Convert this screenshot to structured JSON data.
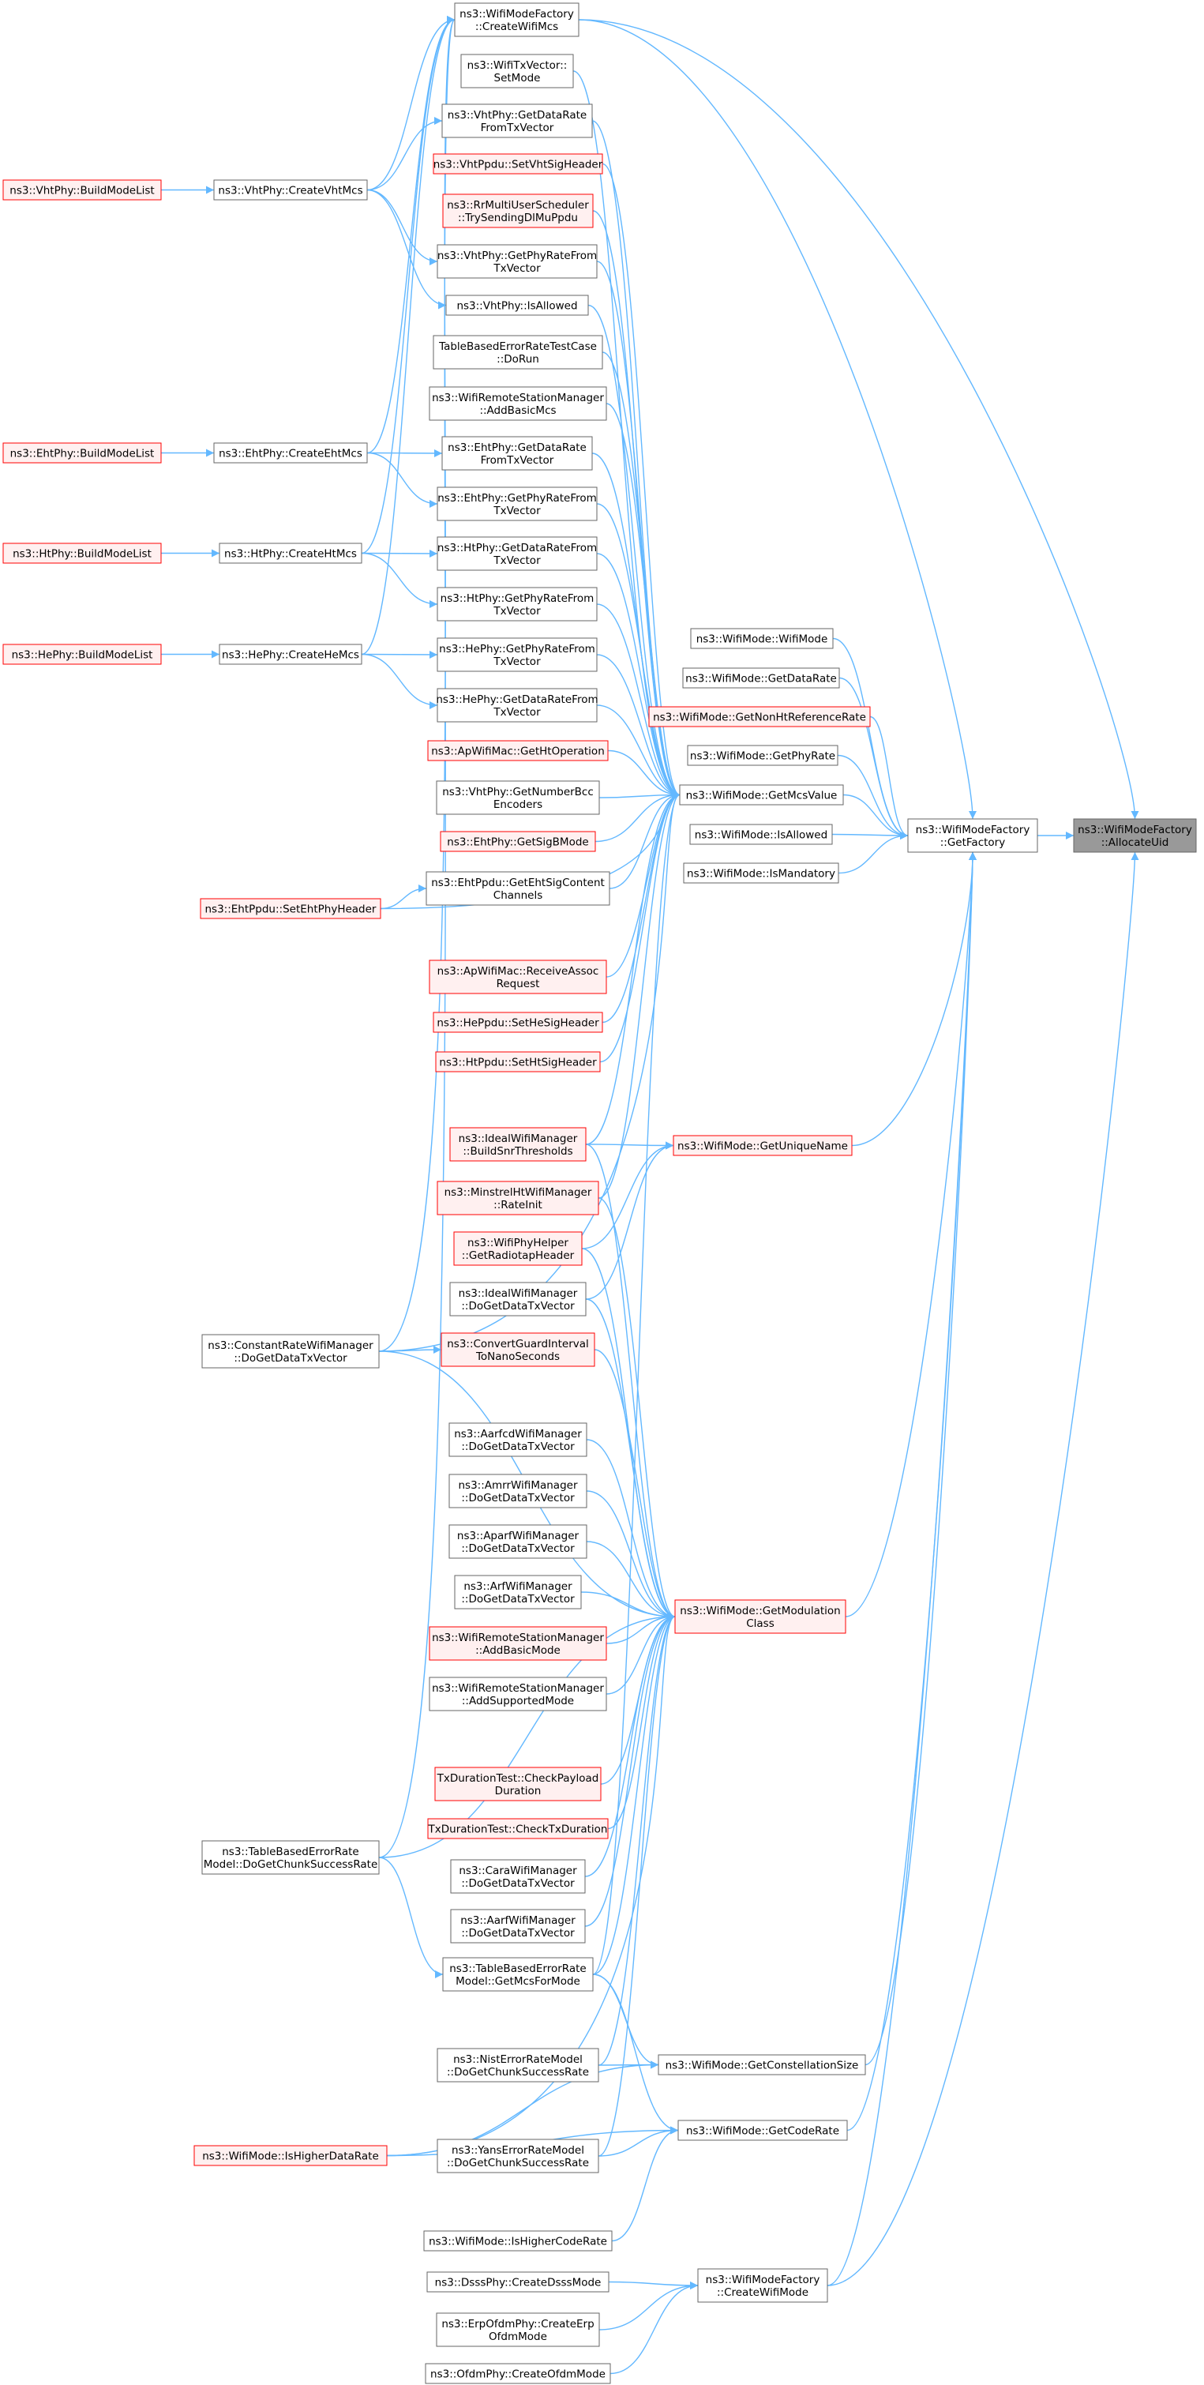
{
  "colors": {
    "edge": "#63b8ff",
    "box_border": "#666666",
    "box_fill": "#ffffff",
    "highlight_border": "#ff0000",
    "highlight_fill": "#fff0f0",
    "root_border": "#666666",
    "root_fill": "#999999"
  },
  "nodes": [
    {
      "id": "allocateuid",
      "lines": [
        "ns3::WifiModeFactory",
        "::AllocateUid"
      ],
      "style": "root"
    },
    {
      "id": "getfactory",
      "lines": [
        "ns3::WifiModeFactory",
        "::GetFactory"
      ],
      "style": "normal"
    },
    {
      "id": "createwifimcs",
      "lines": [
        "ns3::WifiModeFactory",
        "::CreateWifiMcs"
      ],
      "style": "normal"
    },
    {
      "id": "createwifimode",
      "lines": [
        "ns3::WifiModeFactory",
        "::CreateWifiMode"
      ],
      "style": "normal"
    },
    {
      "id": "wifimode_ctor",
      "lines": [
        "ns3::WifiMode::WifiMode"
      ],
      "style": "normal"
    },
    {
      "id": "getdatarate",
      "lines": [
        "ns3::WifiMode::GetDataRate"
      ],
      "style": "normal"
    },
    {
      "id": "getnonht",
      "lines": [
        "ns3::WifiMode::GetNonHtReferenceRate"
      ],
      "style": "highlight"
    },
    {
      "id": "getphyrate",
      "lines": [
        "ns3::WifiMode::GetPhyRate"
      ],
      "style": "normal"
    },
    {
      "id": "getmcsvalue",
      "lines": [
        "ns3::WifiMode::GetMcsValue"
      ],
      "style": "normal"
    },
    {
      "id": "isallowed",
      "lines": [
        "ns3::WifiMode::IsAllowed"
      ],
      "style": "normal"
    },
    {
      "id": "ismandatory",
      "lines": [
        "ns3::WifiMode::IsMandatory"
      ],
      "style": "normal"
    },
    {
      "id": "getuniquename",
      "lines": [
        "ns3::WifiMode::GetUniqueName"
      ],
      "style": "highlight"
    },
    {
      "id": "getmodclass",
      "lines": [
        "ns3::WifiMode::GetModulation",
        "Class"
      ],
      "style": "highlight"
    },
    {
      "id": "getconst",
      "lines": [
        "ns3::WifiMode::GetConstellationSize"
      ],
      "style": "normal"
    },
    {
      "id": "getcoderate",
      "lines": [
        "ns3::WifiMode::GetCodeRate"
      ],
      "style": "normal"
    },
    {
      "id": "txvecsetmode",
      "lines": [
        "ns3::WifiTxVector::",
        "SetMode"
      ],
      "style": "normal"
    },
    {
      "id": "vhtgetdatarate",
      "lines": [
        "ns3::VhtPhy::GetDataRate",
        "FromTxVector"
      ],
      "style": "normal"
    },
    {
      "id": "vhtppdusetsig",
      "lines": [
        "ns3::VhtPpdu::SetVhtSigHeader"
      ],
      "style": "highlight"
    },
    {
      "id": "rrmu",
      "lines": [
        "ns3::RrMultiUserScheduler",
        "::TrySendingDlMuPpdu"
      ],
      "style": "highlight"
    },
    {
      "id": "vhtgetphyrate",
      "lines": [
        "ns3::VhtPhy::GetPhyRateFrom",
        "TxVector"
      ],
      "style": "normal"
    },
    {
      "id": "vhtisallowed",
      "lines": [
        "ns3::VhtPhy::IsAllowed"
      ],
      "style": "normal"
    },
    {
      "id": "tablebasedtest",
      "lines": [
        "TableBasedErrorRateTestCase",
        "::DoRun"
      ],
      "style": "normal"
    },
    {
      "id": "rsmaddbasicmcs",
      "lines": [
        "ns3::WifiRemoteStationManager",
        "::AddBasicMcs"
      ],
      "style": "normal"
    },
    {
      "id": "ehtgetdatarate",
      "lines": [
        "ns3::EhtPhy::GetDataRate",
        "FromTxVector"
      ],
      "style": "normal"
    },
    {
      "id": "ehtgetphyrate",
      "lines": [
        "ns3::EhtPhy::GetPhyRateFrom",
        "TxVector"
      ],
      "style": "normal"
    },
    {
      "id": "htgetdatarate",
      "lines": [
        "ns3::HtPhy::GetDataRateFrom",
        "TxVector"
      ],
      "style": "normal"
    },
    {
      "id": "htgetphyrate",
      "lines": [
        "ns3::HtPhy::GetPhyRateFrom",
        "TxVector"
      ],
      "style": "normal"
    },
    {
      "id": "hegetphyrate",
      "lines": [
        "ns3::HePhy::GetPhyRateFrom",
        "TxVector"
      ],
      "style": "normal"
    },
    {
      "id": "hegetdatarate",
      "lines": [
        "ns3::HePhy::GetDataRateFrom",
        "TxVector"
      ],
      "style": "normal"
    },
    {
      "id": "apgethtop",
      "lines": [
        "ns3::ApWifiMac::GetHtOperation"
      ],
      "style": "highlight"
    },
    {
      "id": "vhtnumbcc",
      "lines": [
        "ns3::VhtPhy::GetNumberBcc",
        "Encoders"
      ],
      "style": "normal"
    },
    {
      "id": "ehtgetsigb",
      "lines": [
        "ns3::EhtPhy::GetSigBMode"
      ],
      "style": "highlight"
    },
    {
      "id": "ehtppdugetsig",
      "lines": [
        "ns3::EhtPpdu::GetEhtSigContent",
        "Channels"
      ],
      "style": "normal"
    },
    {
      "id": "apreceiveassoc",
      "lines": [
        "ns3::ApWifiMac::ReceiveAssoc",
        "Request"
      ],
      "style": "highlight"
    },
    {
      "id": "heppdusetsig",
      "lines": [
        "ns3::HePpdu::SetHeSigHeader"
      ],
      "style": "highlight"
    },
    {
      "id": "htppdusetsig",
      "lines": [
        "ns3::HtPpdu::SetHtSigHeader"
      ],
      "style": "highlight"
    },
    {
      "id": "idealbuildsnr",
      "lines": [
        "ns3::IdealWifiManager",
        "::BuildSnrThresholds"
      ],
      "style": "highlight"
    },
    {
      "id": "minstrelrateinit",
      "lines": [
        "ns3::MinstrelHtWifiManager",
        "::RateInit"
      ],
      "style": "highlight"
    },
    {
      "id": "radiotap",
      "lines": [
        "ns3::WifiPhyHelper",
        "::GetRadiotapHeader"
      ],
      "style": "highlight"
    },
    {
      "id": "idealdogetdata",
      "lines": [
        "ns3::IdealWifiManager",
        "::DoGetDataTxVector"
      ],
      "style": "normal"
    },
    {
      "id": "convertgi",
      "lines": [
        "ns3::ConvertGuardInterval",
        "ToNanoSeconds"
      ],
      "style": "highlight"
    },
    {
      "id": "aarfcd",
      "lines": [
        "ns3::AarfcdWifiManager",
        "::DoGetDataTxVector"
      ],
      "style": "normal"
    },
    {
      "id": "amrr",
      "lines": [
        "ns3::AmrrWifiManager",
        "::DoGetDataTxVector"
      ],
      "style": "normal"
    },
    {
      "id": "aparf",
      "lines": [
        "ns3::AparfWifiManager",
        "::DoGetDataTxVector"
      ],
      "style": "normal"
    },
    {
      "id": "arf",
      "lines": [
        "ns3::ArfWifiManager",
        "::DoGetDataTxVector"
      ],
      "style": "normal"
    },
    {
      "id": "rsmaddbasicmode",
      "lines": [
        "ns3::WifiRemoteStationManager",
        "::AddBasicMode"
      ],
      "style": "highlight"
    },
    {
      "id": "rsmaddsupported",
      "lines": [
        "ns3::WifiRemoteStationManager",
        "::AddSupportedMode"
      ],
      "style": "normal"
    },
    {
      "id": "txcheckpayload",
      "lines": [
        "TxDurationTest::CheckPayload",
        "Duration"
      ],
      "style": "highlight"
    },
    {
      "id": "txchecktx",
      "lines": [
        "TxDurationTest::CheckTxDuration"
      ],
      "style": "highlight"
    },
    {
      "id": "cara",
      "lines": [
        "ns3::CaraWifiManager",
        "::DoGetDataTxVector"
      ],
      "style": "normal"
    },
    {
      "id": "aarf",
      "lines": [
        "ns3::AarfWifiManager",
        "::DoGetDataTxVector"
      ],
      "style": "normal"
    },
    {
      "id": "tablegetmcs",
      "lines": [
        "ns3::TableBasedErrorRate",
        "Model::GetMcsForMode"
      ],
      "style": "normal"
    },
    {
      "id": "nist",
      "lines": [
        "ns3::NistErrorRateModel",
        "::DoGetChunkSuccessRate"
      ],
      "style": "normal"
    },
    {
      "id": "yans",
      "lines": [
        "ns3::YansErrorRateModel",
        "::DoGetChunkSuccessRate"
      ],
      "style": "normal"
    },
    {
      "id": "ishighercode",
      "lines": [
        "ns3::WifiMode::IsHigherCodeRate"
      ],
      "style": "normal"
    },
    {
      "id": "dsss",
      "lines": [
        "ns3::DsssPhy::CreateDsssMode"
      ],
      "style": "normal"
    },
    {
      "id": "erpofdm",
      "lines": [
        "ns3::ErpOfdmPhy::CreateErp",
        "OfdmMode"
      ],
      "style": "normal"
    },
    {
      "id": "ofdm",
      "lines": [
        "ns3::OfdmPhy::CreateOfdmMode"
      ],
      "style": "normal"
    },
    {
      "id": "vhtcreatemcs",
      "lines": [
        "ns3::VhtPhy::CreateVhtMcs"
      ],
      "style": "normal"
    },
    {
      "id": "ehtcreatemcs",
      "lines": [
        "ns3::EhtPhy::CreateEhtMcs"
      ],
      "style": "normal"
    },
    {
      "id": "htcreatemcs",
      "lines": [
        "ns3::HtPhy::CreateHtMcs"
      ],
      "style": "normal"
    },
    {
      "id": "hecreatemcs",
      "lines": [
        "ns3::HePhy::CreateHeMcs"
      ],
      "style": "normal"
    },
    {
      "id": "constrate",
      "lines": [
        "ns3::ConstantRateWifiManager",
        "::DoGetDataTxVector"
      ],
      "style": "normal"
    },
    {
      "id": "ehtppduset",
      "lines": [
        "ns3::EhtPpdu::SetEhtPhyHeader"
      ],
      "style": "highlight"
    },
    {
      "id": "tablechunk",
      "lines": [
        "ns3::TableBasedErrorRate",
        "Model::DoGetChunkSuccessRate"
      ],
      "style": "normal"
    },
    {
      "id": "ishigherdata",
      "lines": [
        "ns3::WifiMode::IsHigherDataRate"
      ],
      "style": "highlight"
    },
    {
      "id": "vhtbuild",
      "lines": [
        "ns3::VhtPhy::BuildModeList"
      ],
      "style": "highlight"
    },
    {
      "id": "ehtbuild",
      "lines": [
        "ns3::EhtPhy::BuildModeList"
      ],
      "style": "highlight"
    },
    {
      "id": "htbuild",
      "lines": [
        "ns3::HtPhy::BuildModeList"
      ],
      "style": "highlight"
    },
    {
      "id": "hebuild",
      "lines": [
        "ns3::HePhy::BuildModeList"
      ],
      "style": "highlight"
    }
  ]
}
